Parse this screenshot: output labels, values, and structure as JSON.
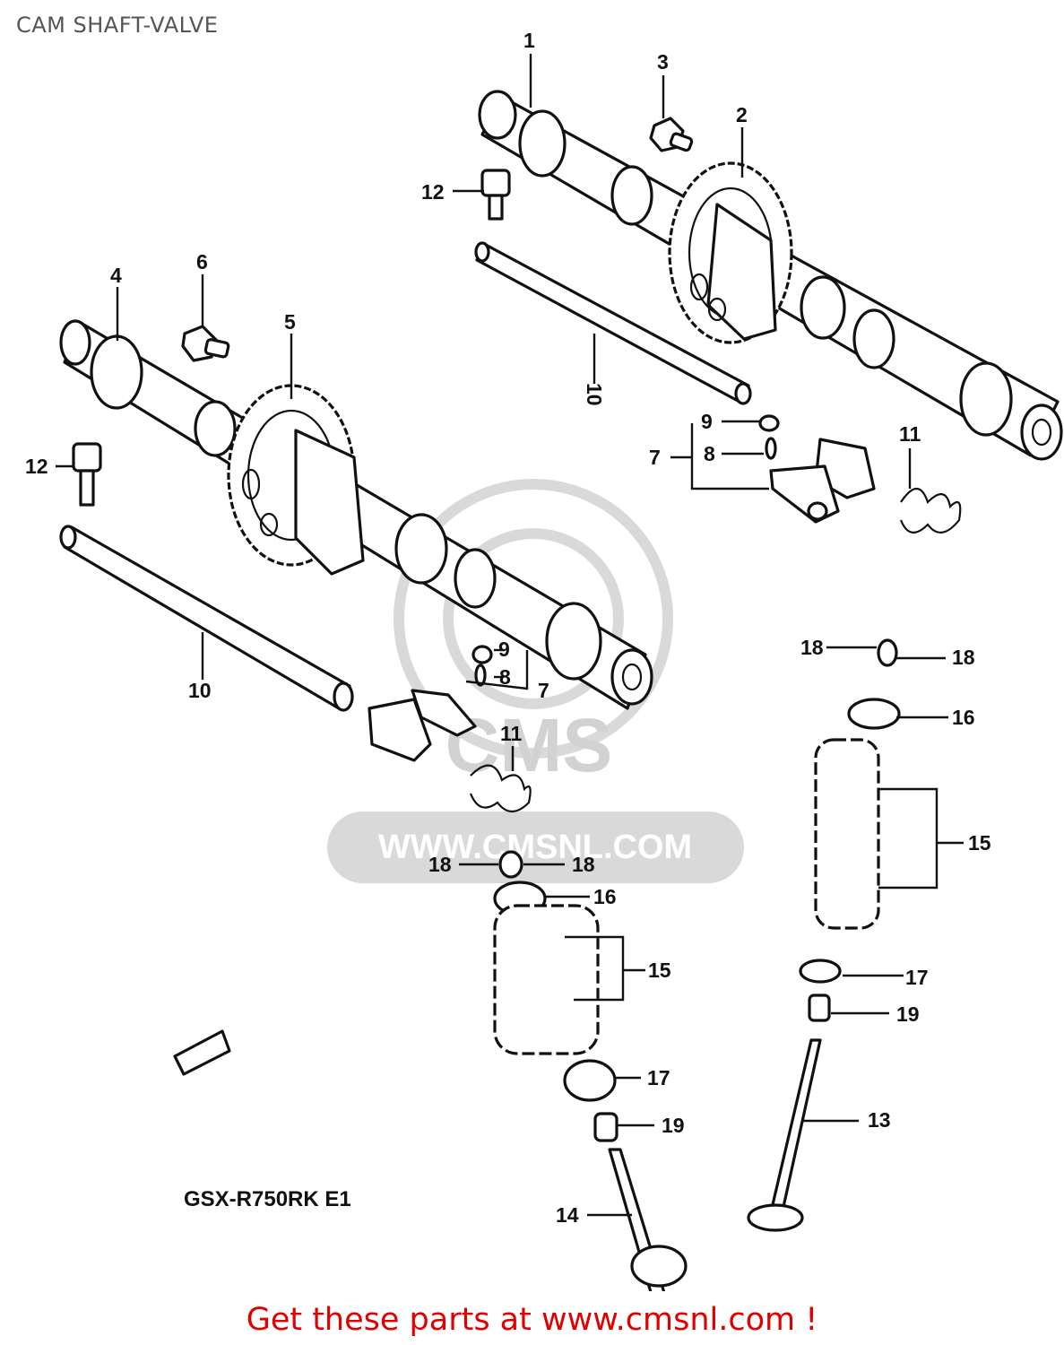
{
  "title": "CAM SHAFT-VALVE",
  "model_code": "GSX-R750RK E1",
  "watermark": {
    "brand": "CMS",
    "url": "WWW.CMSNL.COM"
  },
  "footer": "Get these parts at www.cmsnl.com !",
  "colors": {
    "footer": "#e00000",
    "ink": "#111111",
    "watermark": "#d9d9d9"
  },
  "callouts": {
    "c1": "1",
    "c2": "2",
    "c3": "3",
    "c4": "4",
    "c5": "5",
    "c6": "6",
    "c7a": "7",
    "c7b": "7",
    "c8a": "8",
    "c8b": "8",
    "c9a": "9",
    "c9b": "9",
    "c10a": "10",
    "c10b": "10",
    "c11a": "11",
    "c11b": "11",
    "c12a": "12",
    "c12b": "12",
    "c13": "13",
    "c14": "14",
    "c15a": "15",
    "c15b": "15",
    "c16a": "16",
    "c16b": "16",
    "c17a": "17",
    "c17b": "17",
    "c18a": "18",
    "c18b": "18",
    "c18c": "18",
    "c18d": "18",
    "c19a": "19",
    "c19b": "19"
  }
}
